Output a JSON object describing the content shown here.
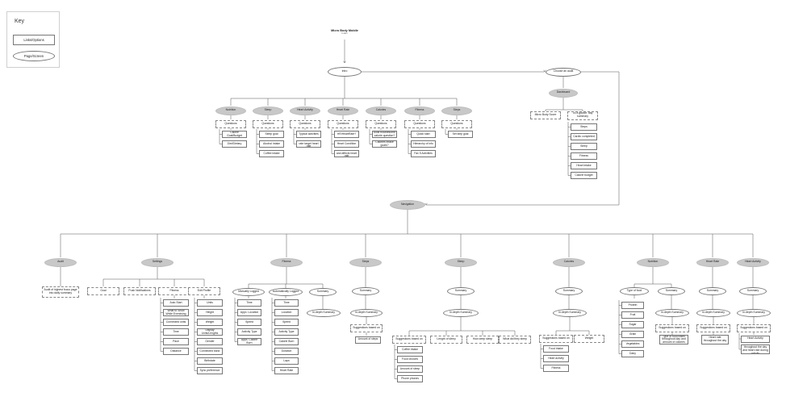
{
  "key": {
    "title": "Key",
    "box_label": "Links/Options",
    "oval_label": "Page/Screen"
  },
  "start": {
    "app_name": "Micro Body Mobile",
    "note": "Index"
  },
  "intro": "Intro",
  "choose_auth": "Choose an audit",
  "dashboard": "Dashboard",
  "dashboard_options": [
    "Micro Body Score",
    "'At a glance' day summary"
  ],
  "dashboard_items": [
    "Steps",
    "Cardio completed",
    "Sleep",
    "Fitness",
    "Heart intake",
    "Calorie budget"
  ],
  "intro_categories": [
    {
      "label": "Nutrition",
      "questions": "Questions",
      "items": [
        "Calorie Goal/Budget",
        "Diet/Dietary"
      ]
    },
    {
      "label": "Sleep",
      "questions": "Questions",
      "items": [
        "Sleep goal",
        "Alcohol intake",
        "Coffee intake"
      ]
    },
    {
      "label": "Heart Activity",
      "questions": "Questions",
      "items": [
        "Typical activities",
        "Measured heart rate target heart rate"
      ]
    },
    {
      "label": "Heart Rate",
      "questions": "Questions",
      "items": [
        "HR/HeartRate?",
        "Heart Condition",
        "Heart condition and affects heart rate"
      ]
    },
    {
      "label": "Calories",
      "questions": "Questions",
      "items": [
        "Most troublesome calorie question?",
        "Calories intake goals?"
      ]
    },
    {
      "label": "Fitness",
      "questions": "Questions",
      "items": [
        "Quick start",
        "Hierarchy of info",
        "Fav 5 Activities"
      ]
    },
    {
      "label": "Steps",
      "questions": "Questions",
      "items": [
        "Set step goal"
      ]
    }
  ],
  "nav": "Navigation",
  "audit": {
    "label": "Audit",
    "text": "Audit of highest focus page into daily summary"
  },
  "settings": {
    "label": "Settings",
    "options": [
      "Goal",
      "Push Notifications",
      "Fitness",
      "Edit Profile"
    ],
    "fitness_items": [
      "Auto Start",
      "What to Show While Exercising",
      "Connected units",
      "Time",
      "Pace",
      "Distance"
    ],
    "profile_items": [
      "Units",
      "Height",
      "Weight",
      "Display Units/Lengths",
      "Gender",
      "Connected band",
      "Birthdate",
      "Sync preference"
    ]
  },
  "fitness": {
    "label": "Fitness",
    "manually": "Manually Logged",
    "manual_items": [
      "Time",
      "Appx. Location",
      "Speed",
      "Activity Type",
      "Appx. Calorie Burn"
    ],
    "automatic": "Automatically Logged",
    "auto_items": [
      "Time",
      "Location",
      "Speed",
      "Activity Type",
      "Calorie Burn",
      "Duration",
      "Laps",
      "Heart Rate"
    ],
    "summary": "Summary",
    "insight": "In-depth Summary"
  },
  "steps": {
    "label": "Steps",
    "summary": "Summary",
    "insight": "In-depth Summary",
    "based_on": "Suggestions based on",
    "detail": "Amount of steps"
  },
  "sleep": {
    "label": "Sleep",
    "summary": "Summary",
    "insight": "In-depth Summary",
    "based_on": "Suggestions based on",
    "based_items": [
      "Coffee intake",
      "Food choices",
      "Amount of sleep",
      "Phone phones"
    ],
    "others": [
      "Length of sleep",
      "How deep sleep",
      "What did they sleep"
    ]
  },
  "calories": {
    "label": "Calories",
    "summary": "Summary",
    "insight": "In-depth Summary",
    "based_on": "Suggestions based on",
    "weight": "Weight",
    "based_items": [
      "Food intake",
      "Heart activity",
      "Fitness"
    ]
  },
  "nutrition": {
    "label": "Nutrition",
    "type": "Type of food",
    "type_items": [
      "Protein",
      "Fruit",
      "Sugar",
      "Grain",
      "Vegetables",
      "Dairy"
    ],
    "summary": "Summary",
    "insight": "In-depth Summary",
    "based_on": "Suggestions based on",
    "detail": "Type of food eaten throughout day and amount of calories"
  },
  "heart_rate": {
    "label": "Heart Rate",
    "summary": "Summary",
    "insight": "In-depth Summary",
    "based_on": "Suggestions based on",
    "detail": "Heart rate throughout the day"
  },
  "heart_activity": {
    "label": "Heart Activity",
    "summary": "Summary",
    "insight": "In-depth Summary",
    "based_on": "Suggestions based on",
    "based_items": [
      "Heart Activity",
      "Heart rate throughout the day and heart rate during activity"
    ]
  }
}
